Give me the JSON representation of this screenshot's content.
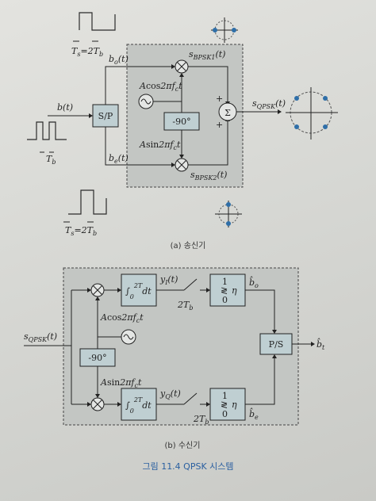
{
  "transmitter": {
    "waves": {
      "top_label": "Ts=2Tb",
      "bottom_label": "Ts=2Tb",
      "input_label": "Tb"
    },
    "signals": {
      "bt": "b(t)",
      "bo": "bₒ(t)",
      "be": "bₑ(t)",
      "s1": "sBPSK1(t)",
      "s2": "sBPSK2(t)",
      "sqpsk": "sQPSK(t)"
    },
    "blocks": {
      "sp": "S/P",
      "phase": "-90°",
      "sum": "Σ"
    },
    "carriers": {
      "cos": "Acos2πfct",
      "sin": "Asin2πfct"
    },
    "signs": {
      "plus_top": "+",
      "plus_bottom": "+"
    },
    "caption": "(a) 송신기"
  },
  "receiver": {
    "input": "sQPSK(t)",
    "integral": "∫₀²ᵀᵇ dt",
    "sample": "2Tb",
    "decision": "η",
    "phase": "-90°",
    "ps": "P/S",
    "output": "b̂t",
    "carriers": {
      "cos": "Acos2πfct",
      "sin": "Asin2πfct"
    },
    "signals": {
      "yi": "yI(t)",
      "yq": "yQ(t)",
      "bo_hat": "b̂o",
      "be_hat": "b̂e"
    },
    "caption": "(b) 수신기"
  },
  "figure_title": "그림 11.4  QPSK 시스템"
}
